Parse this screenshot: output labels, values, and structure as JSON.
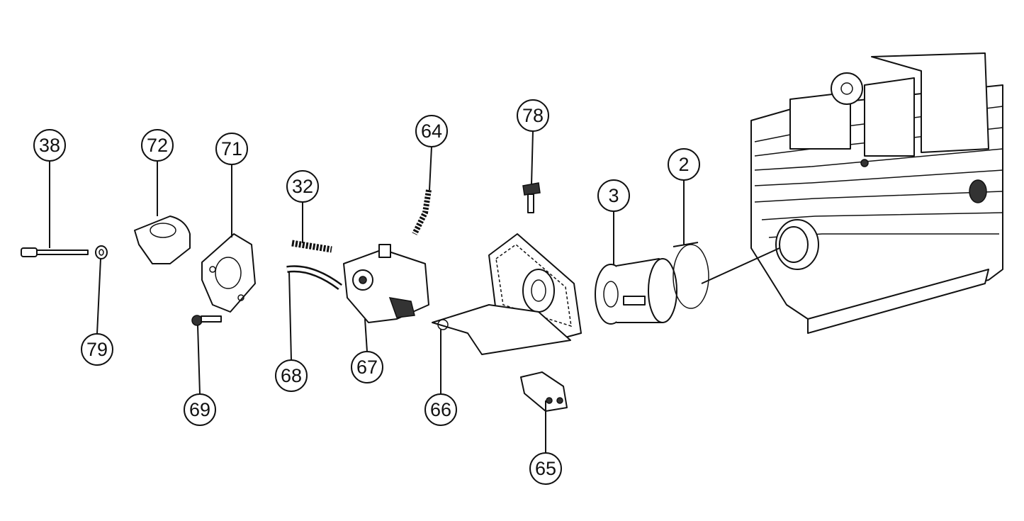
{
  "title": "Carburetor and cylinder exploded parts diagram",
  "callouts": {
    "c38": "38",
    "c72": "72",
    "c71": "71",
    "c32": "32",
    "c64": "64",
    "c78": "78",
    "c3": "3",
    "c2": "2",
    "c79": "79",
    "c69": "69",
    "c68": "68",
    "c67": "67",
    "c66": "66",
    "c65": "65"
  }
}
